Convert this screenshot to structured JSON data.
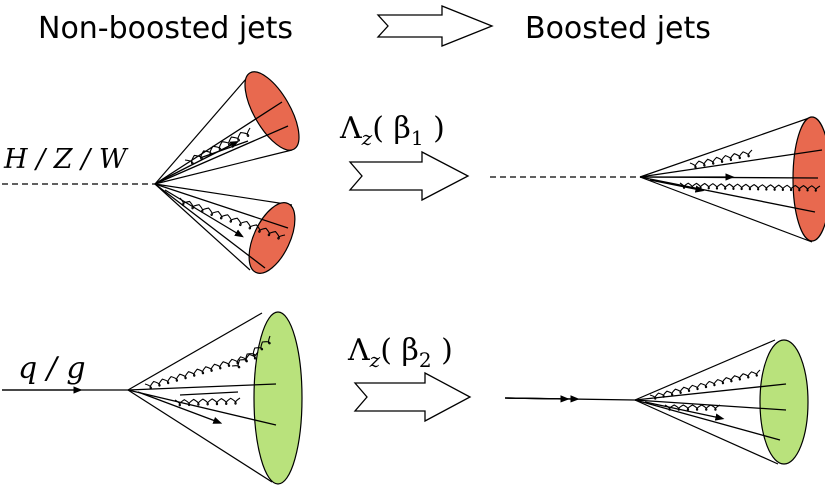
{
  "header": {
    "left": "Non-boosted jets",
    "right": "Boosted jets"
  },
  "row1": {
    "source_label": "H / Z / W",
    "boost_label": {
      "main": "Λ",
      "sub": "z",
      "open": "( β",
      "index": "1",
      "close": " )"
    }
  },
  "row2": {
    "source_label": "q / g",
    "boost_label": {
      "main": "Λ",
      "sub": "z",
      "open": "( β",
      "index": "2",
      "close": " )"
    }
  },
  "colors": {
    "heavy_jet_fill": "#e8694f",
    "light_jet_fill": "#b9e27c",
    "line": "#000000"
  }
}
